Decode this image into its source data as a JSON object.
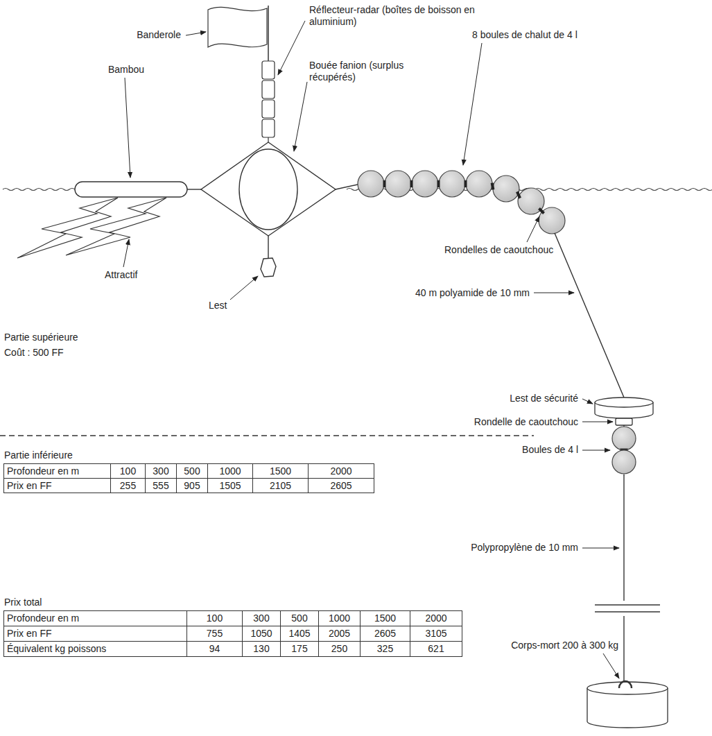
{
  "diagram": {
    "labels": [
      "Banderole",
      "Réflecteur-radar (boîtes de boisson en aluminium)",
      "Bouée fanion (surplus récupérés)",
      "8 boules de chalut de 4 l",
      "Bambou",
      "Rondelles de caoutchouc",
      "Attractif",
      "Lest",
      "40 m polyamide de 10 mm",
      "Partie supérieure",
      "Coût : 500 FF",
      "Lest de sécurité",
      "Rondelle de caoutchouc",
      "Boules de 4 l",
      "Partie inférieure",
      "Profondeur en m",
      "100",
      "300",
      "500",
      "1000",
      "1500",
      "2000",
      "Prix en FF",
      "255",
      "555",
      "905",
      "1505",
      "2105",
      "2605",
      "Polypropylène de 10 mm",
      "Prix total",
      "Profondeur en m",
      "100",
      "300",
      "500",
      "1000",
      "1500",
      "2000",
      "Prix en FF",
      "755",
      "1050",
      "1405",
      "2005",
      "2605",
      "3105",
      "Équivalent kg poissons",
      "94",
      "130",
      "175",
      "250",
      "325",
      "621",
      "Corps-mort 200 à 300 kg"
    ]
  }
}
